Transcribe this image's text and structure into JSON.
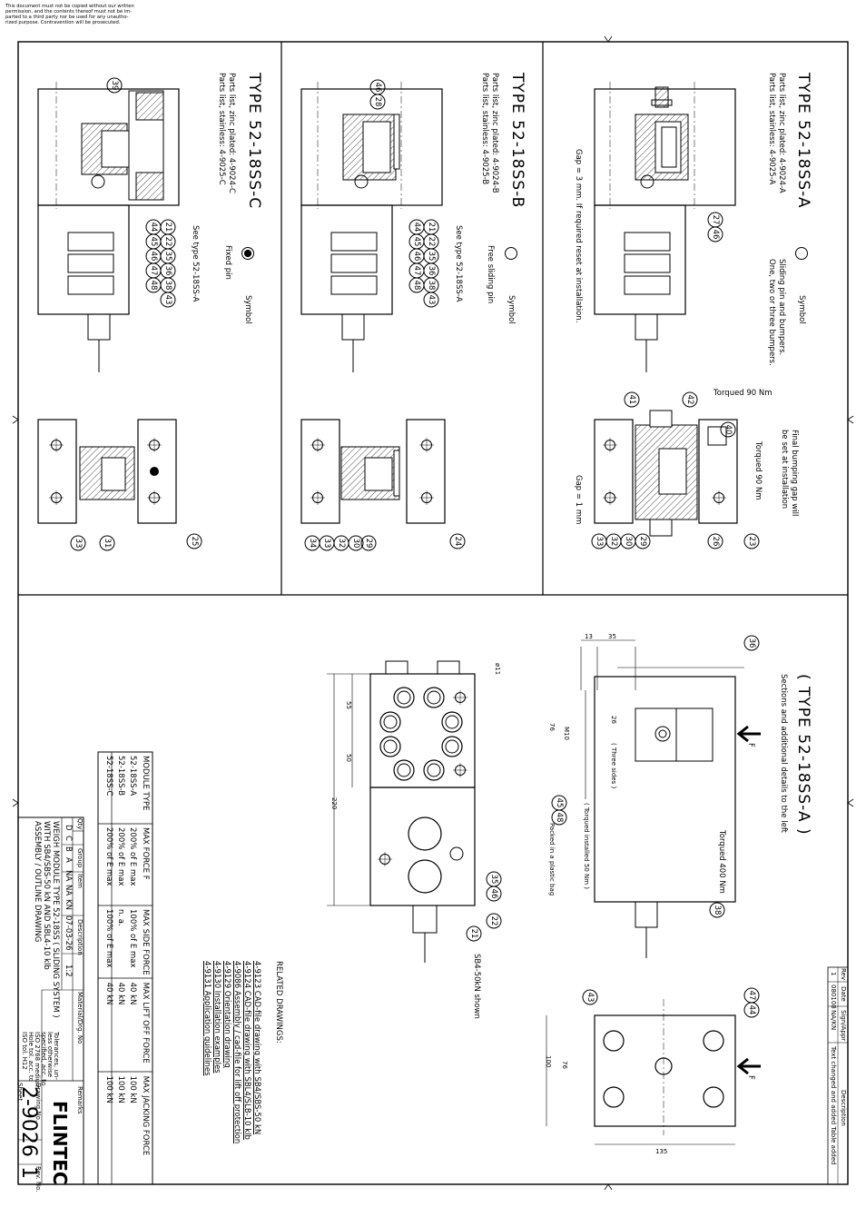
{
  "notice": {
    "lines": [
      "This document must not be copied without our written",
      "permission, and the contents thereof must not be im-",
      "parted to a third party nor be used for any unautho-",
      "rized purpose. Contravention will be prosecuted."
    ]
  },
  "views": {
    "type_a": {
      "title": "TYPE 52-18SS-A",
      "parts_zinc": "Parts list, zinc plated: 4-9024-A",
      "parts_stainless": "Parts list, stainless: 4-9025-A",
      "symbol_label": "Symbol",
      "symbol_desc_1": "Sliding pin and bumpers.",
      "symbol_desc_2": "One, two or three bumpers.",
      "gap_note": "Gap = 3 mm.  If required reset at installation.",
      "torque_top": "Torqued 90 Nm",
      "torque_side": "Torqued 90 Nm",
      "bump_gap_1": "Final bumping gap will",
      "bump_gap_2": "be set at installation",
      "gap_1mm": "Gap = 1 mm",
      "balloons_upper": [
        "27",
        "46"
      ],
      "balloons_lower": [
        "41",
        "42",
        "40",
        "33",
        "32",
        "30",
        "29",
        "26",
        "23"
      ]
    },
    "type_b": {
      "title": "TYPE 52-18SS-B",
      "parts_zinc": "Parts list, zinc plated: 4-9024-B",
      "parts_stainless": "Parts list, stainless: 4-9025-B",
      "symbol_label": "Symbol",
      "symbol_desc": "Free sliding pin",
      "see_type": "See type 52-18SS-A",
      "balloons_top": [
        "46",
        "28"
      ],
      "balloons_row1": [
        "21",
        "22",
        "35",
        "36",
        "38",
        "43"
      ],
      "balloons_row2": [
        "44",
        "45",
        "46",
        "47",
        "48"
      ],
      "balloons_lower": [
        "34",
        "33",
        "32",
        "30",
        "29",
        "24"
      ]
    },
    "type_c": {
      "title": "TYPE 52-18SS-C",
      "parts_zinc": "Parts list, zinc plated: 4-9024-C",
      "parts_stainless": "Parts list, stainless: 4-9025-C",
      "symbol_label": "Symbol",
      "symbol_desc": "Fixed pin",
      "see_type": "See type 52-18SS-A",
      "balloons_top": [
        "39"
      ],
      "balloons_row1": [
        "21",
        "22",
        "35",
        "36",
        "38",
        "43"
      ],
      "balloons_row2": [
        "44",
        "45",
        "46",
        "47",
        "48"
      ],
      "balloons_lower": [
        "33",
        "31",
        "25"
      ]
    },
    "detail": {
      "title": "( TYPE 52-18SS-A )",
      "subtitle": "Sections and additional details to the left",
      "dim_13": "13",
      "dim_35": "35",
      "dim_26": "26",
      "dim_m10": "M10",
      "dim_76": "76",
      "three_sides": "( Three sides )",
      "torqued_50": "( Torqued installed 50 Nm )",
      "packed": "Packed in a plastic bag",
      "torqued_400": "Torqued 400 Nm",
      "force": "F",
      "balloons": [
        "36",
        "45",
        "48",
        "38"
      ]
    },
    "front": {
      "dim_55": "55",
      "dim_50": "50",
      "dim_220": "220",
      "dim_d11": "ø11",
      "sb4_shown": "SB4-50kN shown",
      "balloons": [
        "35",
        "46",
        "21",
        "22"
      ]
    },
    "end": {
      "dim_100": "100",
      "dim_76": "76",
      "dim_135": "135",
      "force": "F",
      "balloons": [
        "43",
        "47",
        "44"
      ]
    }
  },
  "related": {
    "heading": "RELATED DRAWINGS:",
    "items": [
      "4-9123  CAD-file drawing with SB4/SBS-50 kN",
      "4-9124  CAD-file drawing with SBL4/SLB-10 klb",
      "4-9086  Assembly / cad-file for lift off protection",
      "4-9129  Orientation drawing",
      "4-9130  Installation examples",
      "4-9131  Application guidelines"
    ]
  },
  "module_table": {
    "headers": [
      "MODULE TYPE",
      "MAX FORCE  F",
      "MAX SIDE FORCE",
      "MAX LIFT OFF FORCE",
      "MAX JACKING FORCE"
    ],
    "rows": [
      [
        "52-18SS-A",
        "200% of E max",
        "100% of E max",
        "40 kN",
        "100 kN"
      ],
      [
        "52-18SS-B",
        "200% of E max",
        "n. a.",
        "40 kN",
        "100 kN"
      ],
      [
        "52-18SS-C",
        "200% of E max",
        "100% of E max",
        "40 kN",
        "100 kN"
      ]
    ]
  },
  "revision": {
    "headers": [
      "Rev",
      "Date",
      "Sign/Appr",
      "Description"
    ],
    "row": [
      "1",
      "080108",
      "NA/KN",
      "Text changed and added   Table added"
    ]
  },
  "title_block": {
    "qty_label": "Qty",
    "group_label": "Group",
    "item_label": "Item",
    "desc_label": "Description",
    "material_label": "Material/Drg. No",
    "remarks_label": "Remarks",
    "cols": [
      "D",
      "C",
      "B",
      "A"
    ],
    "sign": [
      "NA",
      "NA",
      "KN"
    ],
    "date": "07-03-26",
    "scale": "1:2",
    "desc_1": "WEIGH MODULE TYPE 52-18SS  ( SLIDING SYSTEM )",
    "desc_2": "WITH SB4/SBS-50 kN AND SBL4-10 klb",
    "desc_3": "ASSEMBLY / OUTLINE DRAWING",
    "tolerance_1": "Tolerances, un-",
    "tolerance_2": "less otherwise",
    "tolerance_3": "specified, acc. to",
    "tolerance_4": "ISO 2768 medium.",
    "tolerance_5": "Hole tol. acc. to",
    "tolerance_6": "ISO tol. H12",
    "drawing_label": "Drawing No.",
    "sheet_label": "Sheet",
    "rev_label": "Rev. No.",
    "company": "FLINTEC",
    "drawing_number": "2-9026",
    "rev_number": "1"
  }
}
